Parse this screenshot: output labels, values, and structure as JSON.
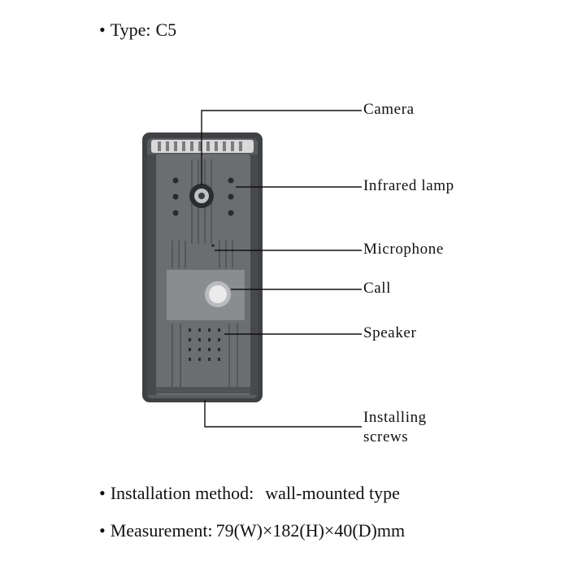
{
  "type_line": {
    "bullet": "•",
    "label": "Type:",
    "value": "C5"
  },
  "callouts": {
    "camera": "Camera",
    "infrared_lamp": "Infrared lamp",
    "microphone": "Microphone",
    "call": "Call",
    "speaker": "Speaker",
    "installing_line1": "Installing",
    "installing_line2": "screws"
  },
  "installation": {
    "bullet": "•",
    "label": "Installation method:",
    "value": "wall-mounted type"
  },
  "measurement": {
    "bullet": "•",
    "label": "Measurement:",
    "value": "79(W)×182(H)×40(D)mm"
  },
  "colors": {
    "body_dark": "#4d4f52",
    "body_mid": "#6b6d70",
    "face_plate": "#8a8c8f",
    "button_ring": "#c9c9c9",
    "leader_line": "#111111"
  }
}
